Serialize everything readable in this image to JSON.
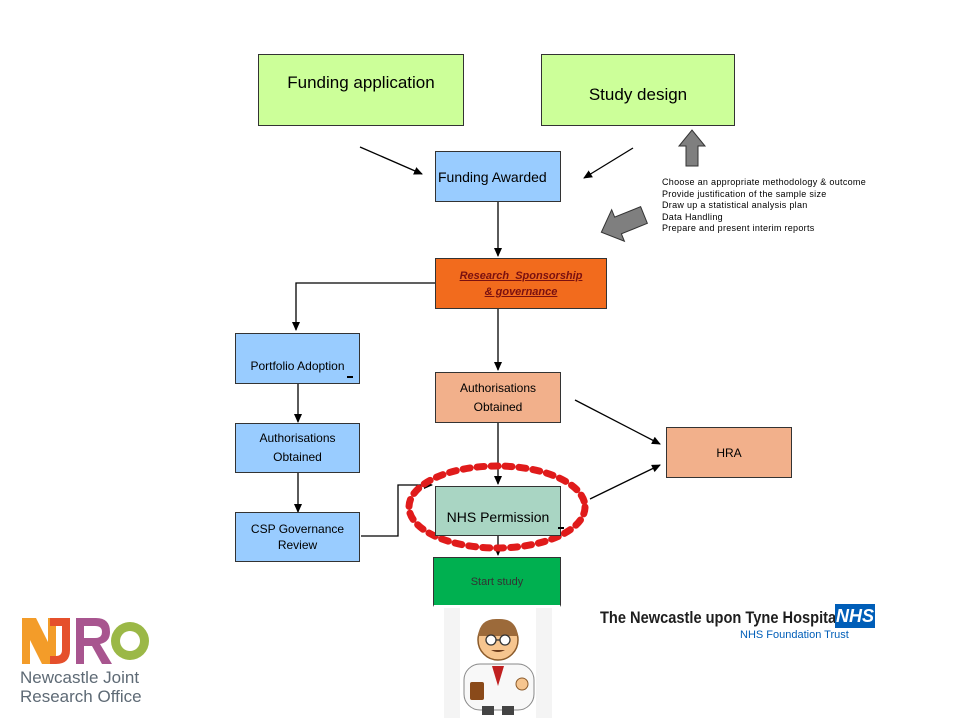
{
  "boxes": {
    "funding_application": "Funding application",
    "study_design": "Study design",
    "funding_awarded": "Funding Awarded",
    "research_sponsorship_line1": "Research  Sponsorship",
    "research_sponsorship_line2": "& governance",
    "portfolio_adoption": "Portfolio Adoption",
    "authorisations_left_line1": "Authorisations",
    "authorisations_left_line2": "Obtained",
    "authorisations_center_line1": "Authorisations",
    "authorisations_center_line2": "Obtained",
    "csp_line1": "CSP Governance",
    "csp_line2": "Review",
    "nhs_permission": "NHS Permission",
    "hra": "HRA",
    "start_study": "Start study"
  },
  "notes": [
    "Choose an appropriate methodology & outcome",
    "Provide justification of the sample size",
    "Draw up a statistical analysis plan",
    "Data Handling",
    "Prepare and present interim reports"
  ],
  "logos": {
    "njro_letters": "NJRO",
    "njro_line1": "Newcastle Joint",
    "njro_line2": "Research Office",
    "trust_name": "The Newcastle upon Tyne Hospitals",
    "nhs_badge": "NHS",
    "trust_subtitle": "NHS Foundation Trust"
  },
  "colors": {
    "green_box": "#ccff99",
    "blue_box": "#99ccff",
    "salmon_box": "#f2b08b",
    "orange_box": "#f26b1d",
    "teal_box": "#a9d5c3",
    "start_box": "#00b050",
    "highlight_ring": "#e01b1b",
    "nhs_blue": "#005eb8"
  }
}
